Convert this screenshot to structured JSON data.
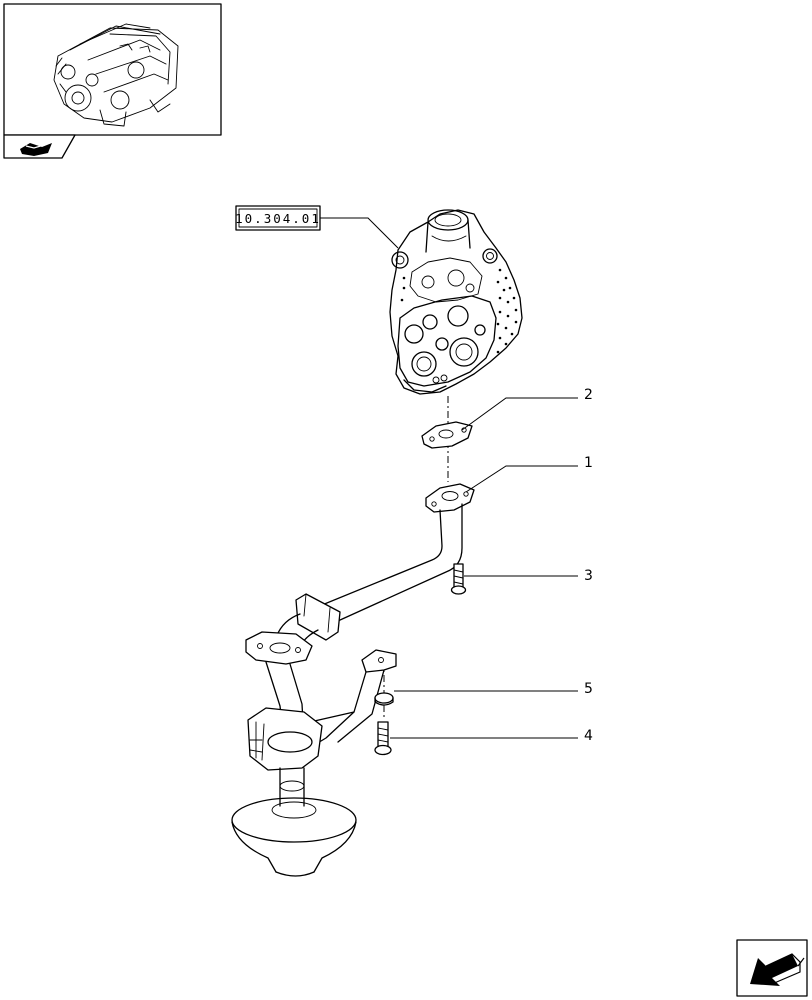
{
  "reference_box": {
    "label": "10.304.01"
  },
  "callouts": [
    {
      "id": "2",
      "label": "2"
    },
    {
      "id": "1",
      "label": "1"
    },
    {
      "id": "3",
      "label": "3"
    },
    {
      "id": "5",
      "label": "5"
    },
    {
      "id": "4",
      "label": "4"
    }
  ],
  "thumbnail": {
    "icon": "engine-icon"
  },
  "nav": {
    "prev_icon": "book-page-icon",
    "next_icon": "next-page-arrow-icon"
  }
}
